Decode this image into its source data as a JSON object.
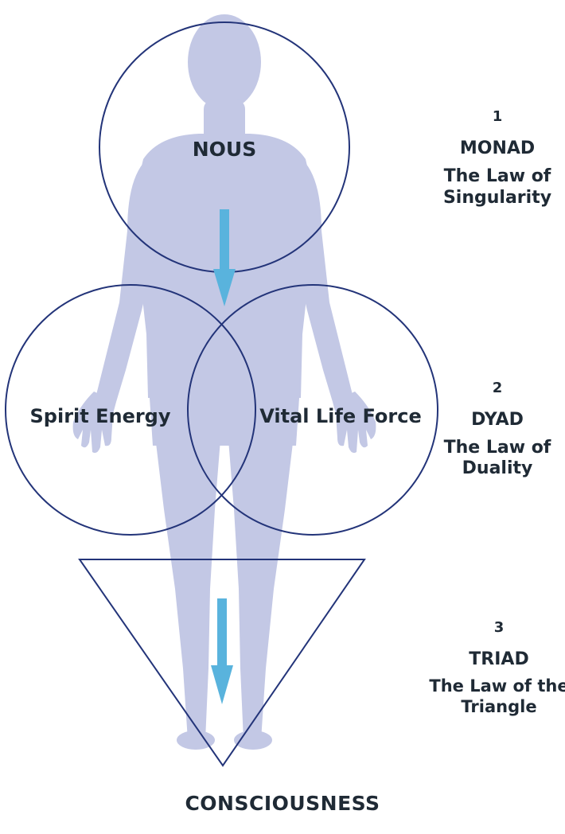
{
  "top": {
    "circle_label": "NOUS",
    "level_number": "1",
    "level_name": "MONAD",
    "law_line1": "The Law of",
    "law_line2": "Singularity"
  },
  "middle": {
    "left_circle_label": "Spirit Energy",
    "right_circle_label": "Vital Life Force",
    "level_number": "2",
    "level_name": "DYAD",
    "law_line1": "The Law of",
    "law_line2": "Duality"
  },
  "lower": {
    "level_number": "3",
    "level_name": "TRIAD",
    "law_line1": "The Law of the",
    "law_line2": "Triangle"
  },
  "bottom_label": "CONSCIOUSNESS",
  "colors": {
    "outline": "#233479",
    "arrow": "#59b3dd",
    "silhouette": "#c3c8e5",
    "text": "#1f2a35"
  }
}
